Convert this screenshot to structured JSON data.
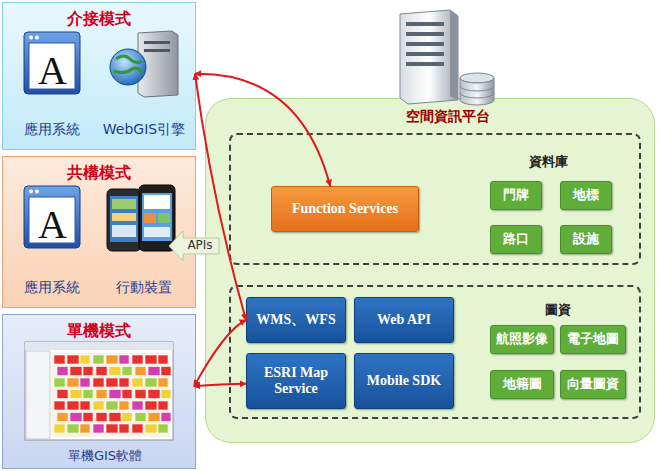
{
  "diagram": {
    "nodes": [
      {
        "text": [
          "介接模式"
        ]
      },
      {
        "text": [
          "應用系統"
        ],
        "in": 0
      },
      {
        "text": [
          "WebGIS引擎"
        ],
        "in": 0
      },
      {
        "text": [
          "共構模式"
        ]
      },
      {
        "text": [
          "應用系統"
        ],
        "in": 3
      },
      {
        "text": [
          "行動裝置"
        ],
        "in": 3
      },
      {
        "text": [
          "單機模式"
        ]
      },
      {
        "text": [
          "單機GIS軟體"
        ],
        "in": 6
      },
      {
        "text": [
          "空間資訊平台"
        ]
      },
      {
        "text": [
          "資料庫"
        ],
        "in": 8
      },
      {
        "text": [
          "Function Services"
        ],
        "in": 9
      },
      {
        "text": [
          "門牌"
        ],
        "in": 9
      },
      {
        "text": [
          "地標"
        ],
        "in": 9
      },
      {
        "text": [
          "路口"
        ],
        "in": 9
      },
      {
        "text": [
          "設施"
        ],
        "in": 9
      },
      {
        "text": [
          "圖資"
        ],
        "in": 8
      },
      {
        "text": [
          "WMS、WFS"
        ],
        "in": 15
      },
      {
        "text": [
          "Web API"
        ],
        "in": 15
      },
      {
        "text": [
          "ESRI Map Service"
        ],
        "in": 15
      },
      {
        "text": [
          "Mobile SDK"
        ],
        "in": 15
      },
      {
        "text": [
          "航照影像"
        ],
        "in": 15
      },
      {
        "text": [
          "電子地圖"
        ],
        "in": 15
      },
      {
        "text": [
          "地籍圖"
        ],
        "in": 15
      },
      {
        "text": [
          "向量圖資"
        ],
        "in": 15
      },
      {
        "text": [
          "APIs"
        ]
      }
    ],
    "edges": [
      {
        "from": 2,
        "to": 10,
        "arrow": "both"
      },
      {
        "from": 2,
        "to": 16,
        "arrow": "both"
      },
      {
        "from": 7,
        "to": 16,
        "arrow": "both"
      },
      {
        "from": 7,
        "to": 18,
        "arrow": "both"
      }
    ],
    "labels": [
      "A",
      "A"
    ]
  }
}
